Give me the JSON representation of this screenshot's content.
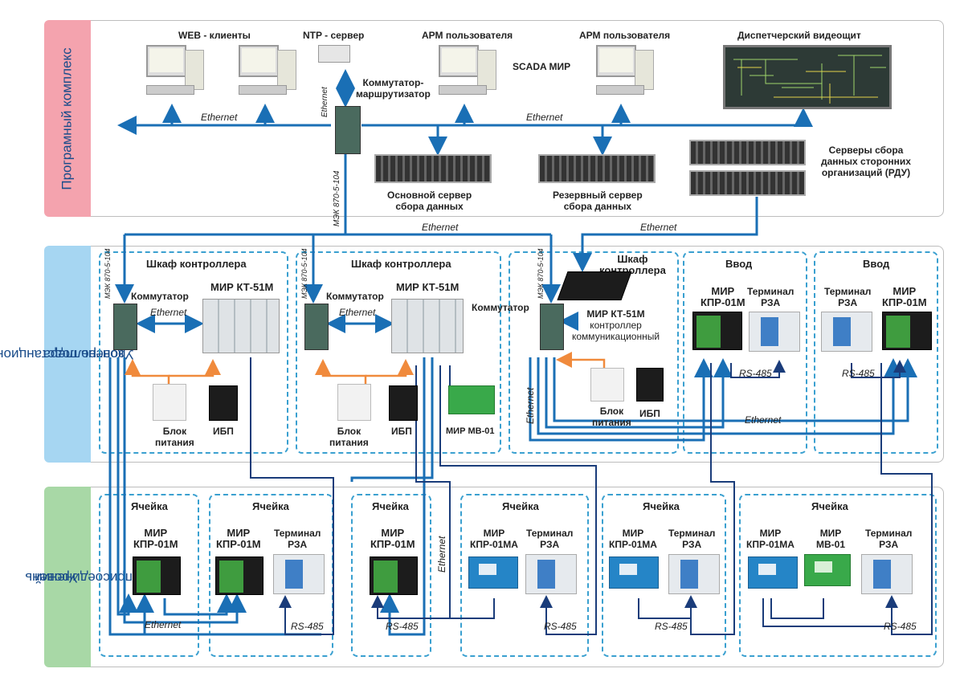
{
  "bands": {
    "software": "Програмный комплекс",
    "substation": [
      "Уровень подстанционного",
      "контроллера"
    ],
    "connection": [
      "Уровень",
      "присоединений"
    ]
  },
  "top": {
    "web_clients": "WEB - клиенты",
    "ntp_server": "NTP - сервер",
    "arm1": "АРМ пользователя",
    "arm2": "АРМ пользователя",
    "video_wall": "Диспетчерский видеощит",
    "scada": "SCADA МИР",
    "router": [
      "Коммутатор-",
      "маршрутизатор"
    ],
    "ethernet_left": "Ethernet",
    "ethernet_right": "Ethernet",
    "ethernet_vert": "Ethernet",
    "mek": "МЭК 870-5-104",
    "main_server": [
      "Основной сервер",
      "сбора данных"
    ],
    "backup_server": [
      "Резервный сервер",
      "сбора данных"
    ],
    "third_party": [
      "Серверы сбора",
      "данных сторонних",
      "организаций (РДУ)"
    ],
    "ethernet_mid1": "Ethernet",
    "ethernet_mid2": "Ethernet"
  },
  "cab1": {
    "title": "Шкаф контроллера",
    "mek": "МЭК 870-5-104",
    "switch": "Коммутатор",
    "controller": "МИР КТ-51М",
    "ethernet": "Ethernet",
    "psu": [
      "Блок",
      "питания"
    ],
    "ups": "ИБП"
  },
  "cab2": {
    "title": "Шкаф контроллера",
    "mek": "МЭК 870-5-104",
    "switch": "Коммутатор",
    "controller": "МИР КТ-51М",
    "ethernet": "Ethernet",
    "psu": [
      "Блок",
      "питания"
    ],
    "ups": "ИБП",
    "mv": "МИР МВ-01"
  },
  "cab3": {
    "title": [
      "Шкаф",
      "контроллера"
    ],
    "mek": "МЭК 870-5-104",
    "switch": "Коммутатор",
    "controller": [
      "МИР КТ-51М",
      "контроллер",
      "коммуникационный"
    ],
    "psu": [
      "Блок",
      "питания"
    ],
    "ups": "ИБП",
    "ethernet_vert": "Ethernet",
    "ethernet_bottom": "Ethernet"
  },
  "input1": {
    "title": "Ввод",
    "kpr": [
      "МИР",
      "КПР-01М"
    ],
    "rza": [
      "Терминал",
      "РЗА"
    ],
    "rs": "RS-485"
  },
  "input2": {
    "title": "Ввод",
    "kpr": [
      "МИР",
      "КПР-01М"
    ],
    "rza": [
      "Терминал",
      "РЗА"
    ],
    "rs": "RS-485"
  },
  "cells": [
    {
      "title": "Ячейка",
      "dev1": [
        "МИР",
        "КПР-01М"
      ]
    },
    {
      "title": "Ячейка",
      "dev1": [
        "МИР",
        "КПР-01М"
      ],
      "dev2": [
        "Терминал",
        "РЗА"
      ],
      "rs": "RS-485"
    },
    {
      "title": "Ячейка",
      "dev1": [
        "МИР",
        "КПР-01М"
      ],
      "eth": "Ethernet",
      "rs": "RS-485"
    },
    {
      "title": "Ячейка",
      "dev1": [
        "МИР",
        "КПР-01МА"
      ],
      "dev2": [
        "Терминал",
        "РЗА"
      ],
      "rs": "RS-485"
    },
    {
      "title": "Ячейка",
      "dev1": [
        "МИР",
        "КПР-01МА"
      ],
      "dev2": [
        "Терминал",
        "РЗА"
      ],
      "rs": "RS-485"
    },
    {
      "title": "Ячейка",
      "dev1": [
        "МИР",
        "КПР-01МА"
      ],
      "dev2": [
        "МИР",
        "МВ-01"
      ],
      "dev3": [
        "Терминал",
        "РЗА"
      ],
      "rs": "RS-485"
    }
  ],
  "bottom_ethernet": "Ethernet",
  "colors": {
    "line": "#1a6fb5",
    "orange": "#f08a3c",
    "dash": "#3aa0d0",
    "pink": "#f2a3ad",
    "blue": "#a9d4f0",
    "green": "#a8d7a6"
  }
}
